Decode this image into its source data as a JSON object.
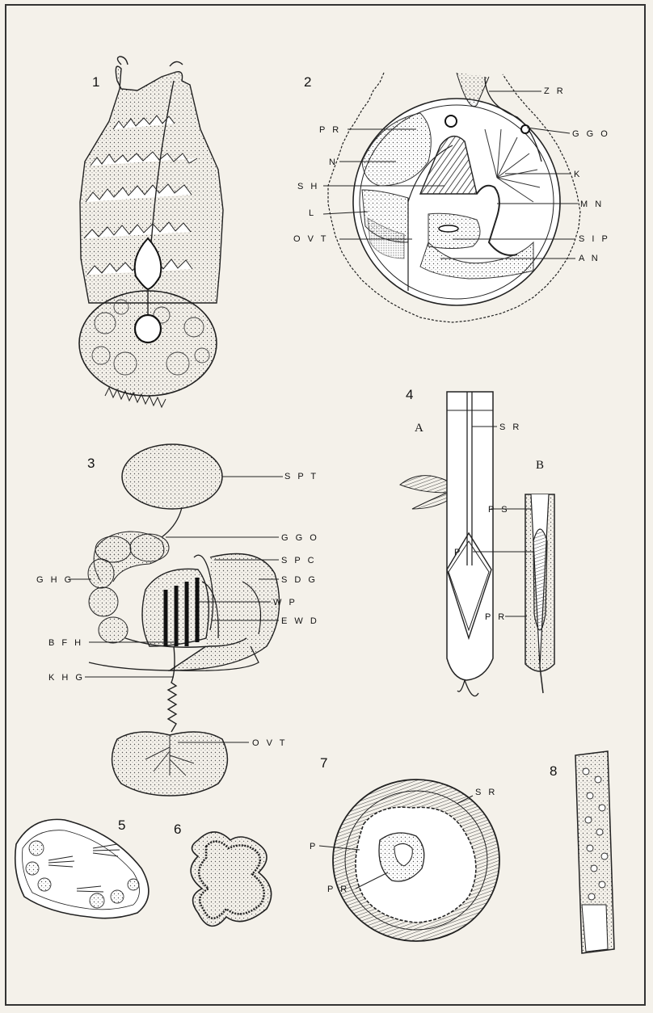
{
  "figures": [
    {
      "number": "1"
    },
    {
      "number": "2",
      "labels": [
        "Z R",
        "P R",
        "G G O",
        "N",
        "K",
        "S H",
        "M N",
        "L",
        "O V T",
        "S I P",
        "A N"
      ]
    },
    {
      "number": "3",
      "labels": [
        "S P T",
        "G G O",
        "S P C",
        "G H G",
        "S D G",
        "W P",
        "E W D",
        "B F H",
        "K H G",
        "O V T"
      ]
    },
    {
      "number": "4",
      "sub_figures": [
        "A",
        "B"
      ],
      "labels": [
        "S R",
        "P S",
        "P",
        "P R"
      ]
    },
    {
      "number": "5"
    },
    {
      "number": "6"
    },
    {
      "number": "7",
      "labels": [
        "S R",
        "P",
        "P R"
      ]
    },
    {
      "number": "8"
    }
  ],
  "colors": {
    "paper": "#f4f1ea",
    "ink": "#111111",
    "stipple": "#cfc9bc"
  }
}
